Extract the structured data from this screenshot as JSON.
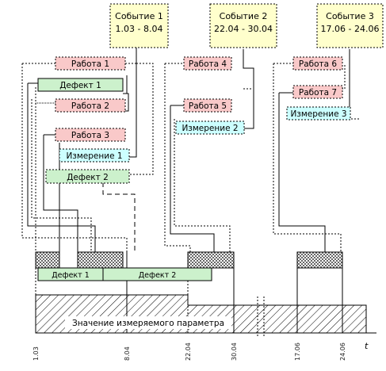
{
  "events": [
    {
      "name": "Событие 1",
      "dates": "1.03 - 8.04"
    },
    {
      "name": "Событие 2",
      "dates": "22.04 - 30.04"
    },
    {
      "name": "Событие 3",
      "dates": "17.06 - 24.06"
    }
  ],
  "works": [
    "Работа 1",
    "Работа 2",
    "Работа 3",
    "Работа 4",
    "Работа 5",
    "Работа 6",
    "Работа 7"
  ],
  "defects": [
    "Дефект 1",
    "Дефект 2"
  ],
  "measurements": [
    "Измерение 1",
    "Измерение 2",
    "Измерение 3"
  ],
  "timeline": {
    "defect_bars": [
      "Дефект 1",
      "Дефект 2"
    ],
    "parameter_label": "Значение измеряемого параметра",
    "ticks": [
      "1.03",
      "8.04",
      "22.04",
      "30.04",
      "17.06",
      "24.06"
    ],
    "axis_label": "t"
  },
  "colors": {
    "event_fill": "#ffffcc",
    "work_fill": "#f9c9c9",
    "defect_fill": "#ccf1cc",
    "measure_fill": "#ccffff",
    "line": "#000000"
  }
}
